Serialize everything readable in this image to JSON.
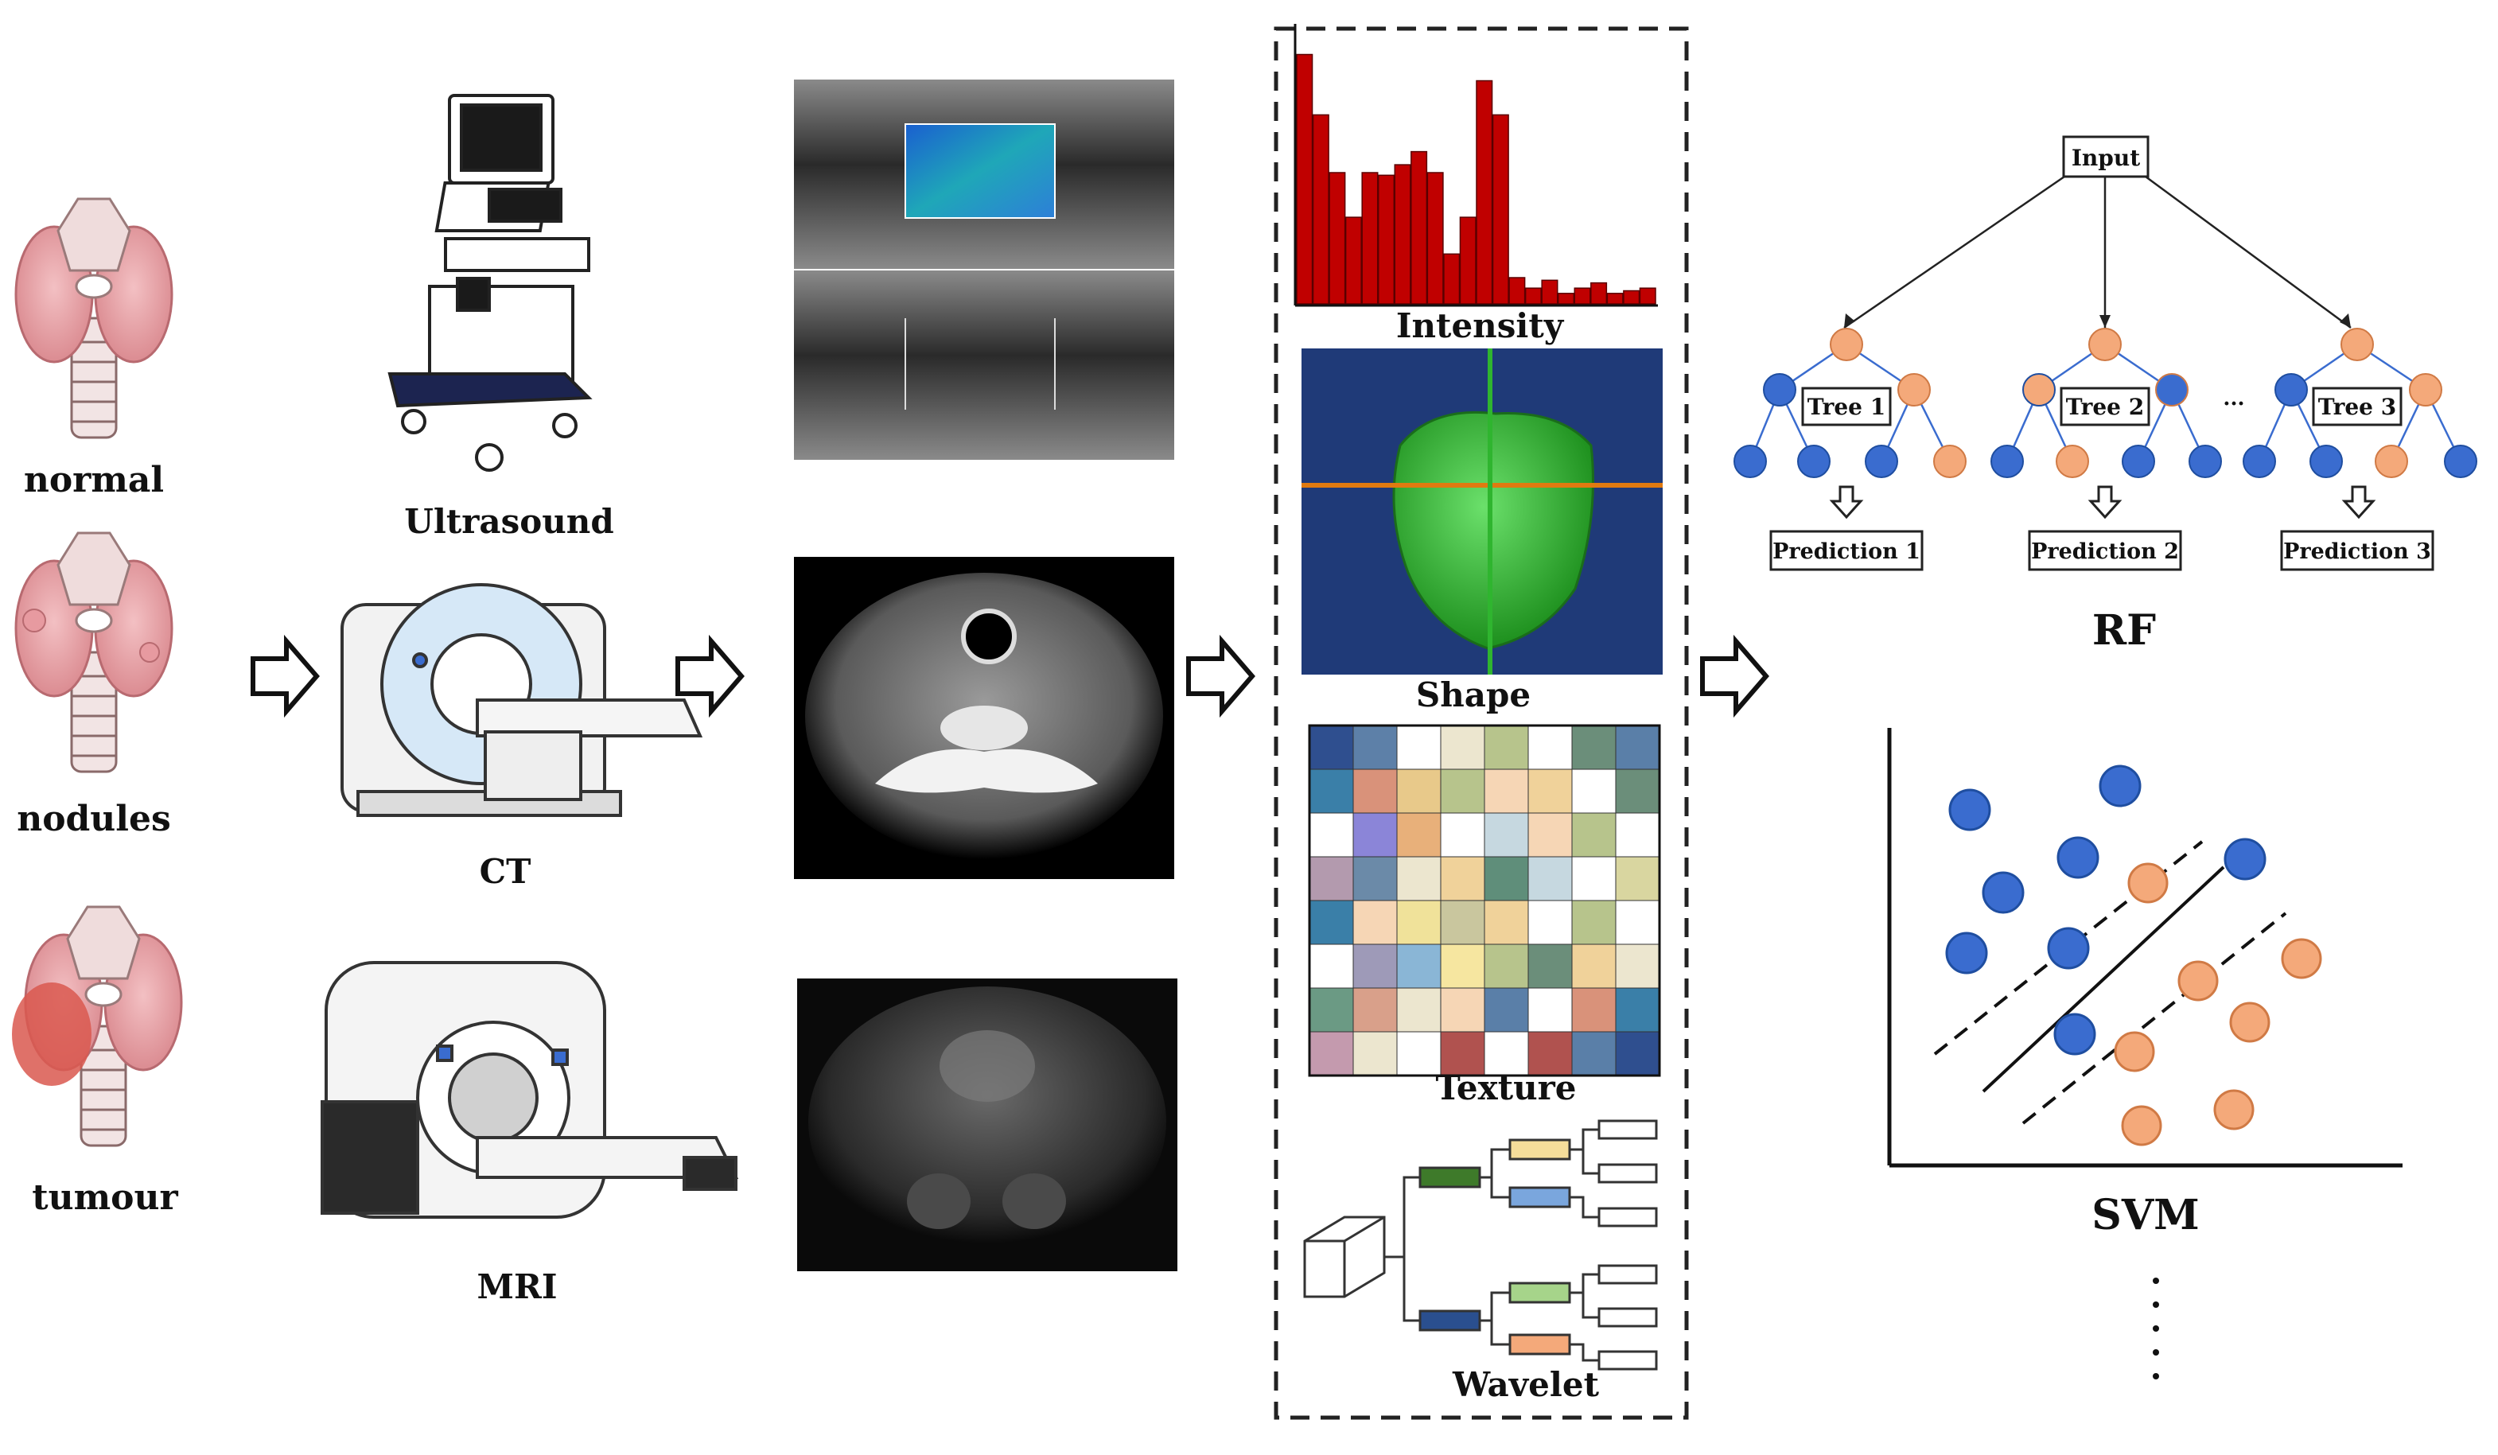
{
  "stages": {
    "thyroid_labels": [
      "normal",
      "nodules",
      "tumour"
    ],
    "modality_labels": [
      "Ultrasound",
      "CT",
      "MRI"
    ],
    "feature_labels": [
      "Intensity",
      "Shape",
      "Texture",
      "Wavelet"
    ],
    "model_labels": [
      "RF",
      "SVM"
    ]
  },
  "rf": {
    "input_label": "Input",
    "trees": [
      "Tree 1",
      "Tree 2",
      "Tree 3"
    ],
    "predictions": [
      "Prediction 1",
      "Prediction 2",
      "Prediction 3"
    ],
    "ellipsis": "···"
  },
  "histogram": {
    "bar_values": [
      95,
      72,
      50,
      33,
      50,
      49,
      53,
      58,
      50,
      19,
      33,
      85,
      72,
      10,
      6,
      9,
      4,
      6,
      8,
      4,
      5,
      6
    ],
    "color": "#c00000"
  },
  "colors": {
    "arrow_stroke": "#111111",
    "blue_node": "#3a6ccf",
    "orange_node": "#f4a97a",
    "shape_bg": "#1f3a78",
    "mesh_green": "#2fb52f"
  },
  "texture_grid": [
    [
      "#2f4f8f",
      "#5d80a8",
      "#ffffff",
      "#ece6cf",
      "#b7c48c",
      "#ffffff",
      "#6b8e7a",
      "#5a7fa8"
    ],
    [
      "#3a7fa8",
      "#d9927a",
      "#e8c98a",
      "#b7c48c",
      "#f6d6b5",
      "#f0d29a",
      "#ffffff",
      "#6b8e7a"
    ],
    [
      "#ffffff",
      "#8b85d8",
      "#e8b07a",
      "#ffffff",
      "#c6d8e0",
      "#f6d6b5",
      "#b7c48c",
      "#ffffff"
    ],
    [
      "#b39aae",
      "#6b8aa8",
      "#ece6cf",
      "#f0d29a",
      "#5f8e7a",
      "#c6d8e0",
      "#ffffff",
      "#d9d6a0"
    ],
    [
      "#3a7fa8",
      "#f6d6b5",
      "#f0e29a",
      "#c9c69e",
      "#f0d29a",
      "#ffffff",
      "#b7c48c",
      "#ffffff"
    ],
    [
      "#ffffff",
      "#9e9ab8",
      "#8ab6d6",
      "#f6e6a0",
      "#b7c48c",
      "#6b8e7a",
      "#f0d29a",
      "#ece6cf"
    ],
    [
      "#6b9a84",
      "#d9a08a",
      "#ece6cf",
      "#f6d6b5",
      "#5a7fa8",
      "#ffffff",
      "#d9927a",
      "#3a7fa8"
    ],
    [
      "#c49aae",
      "#ece6cf",
      "#ffffff",
      "#b0524f",
      "#ffffff",
      "#b0524f",
      "#5a7fa8",
      "#2f4f8f"
    ]
  ]
}
